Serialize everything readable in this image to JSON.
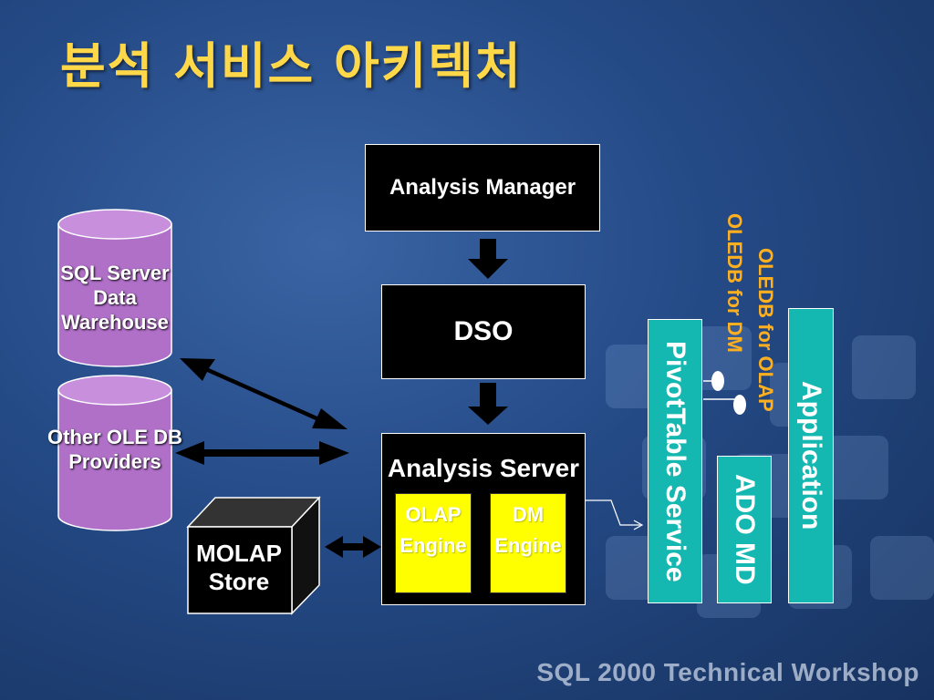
{
  "slide": {
    "title": "분석 서비스 아키텍처",
    "footer": "SQL 2000 Technical Workshop"
  },
  "nodes": {
    "analysis_manager": "Analysis Manager",
    "dso": "DSO",
    "analysis_server": "Analysis Server",
    "olap_engine": "OLAP Engine",
    "dm_engine": "DM Engine",
    "sql_server_dw": "SQL Server Data Warehouse",
    "other_oledb": "Other OLE DB Providers",
    "molap_store": "MOLAP Store",
    "pivottable_service": "PivotTable Service",
    "ado_md": "ADO MD",
    "application": "Application",
    "oledb_olap": "OLEDB for OLAP",
    "oledb_dm": "OLEDB for DM"
  },
  "colors": {
    "title": "#ffd84a",
    "cylinder": "#b070c8",
    "engine": "#ffff00",
    "interface_bar": "#14b8b0",
    "oledb_text": "#ffb020"
  }
}
